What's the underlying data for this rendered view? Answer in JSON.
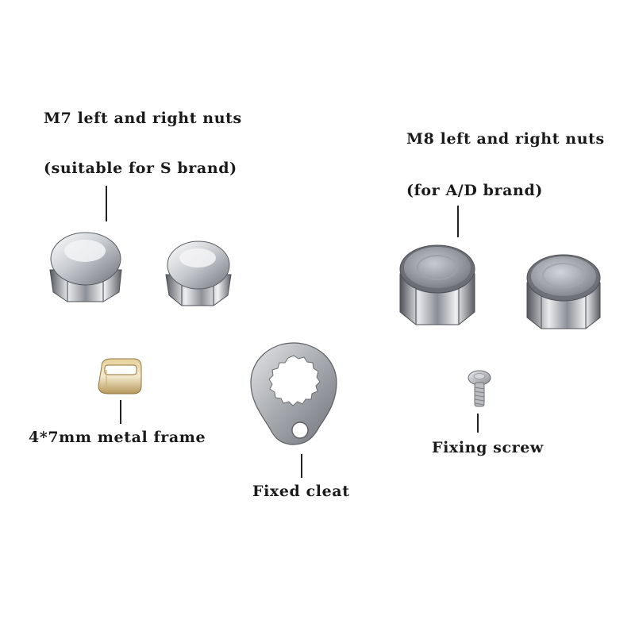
{
  "labels": {
    "m7_title": "M7 left and right nuts",
    "m7_note": "(suitable for S brand)",
    "m8_title": "M8 left and right nuts",
    "m8_note": "(for A/D brand)",
    "frame": "4*7mm metal frame",
    "cleat": "Fixed cleat",
    "screw": "Fixing screw"
  },
  "colors": {
    "background": "#ffffff",
    "text": "#1a1a1a",
    "chrome_light": "#f2f2f4",
    "chrome_mid": "#a9acb2",
    "chrome_dark": "#55585e",
    "brass": "#c9ad6e"
  }
}
